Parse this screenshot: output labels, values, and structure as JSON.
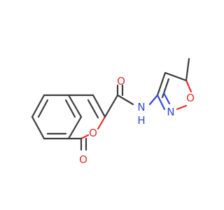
{
  "diagram": {
    "type": "chemical-structure",
    "atom_labels": {
      "carbonyl_oxygen_amide": "O",
      "amide_nitrogen": "N",
      "amide_hydrogen": "H",
      "ring_oxygen_pyranone": "O",
      "carbonyl_oxygen_lactone": "O",
      "isoxazole_nitrogen": "N",
      "isoxazole_oxygen": "O"
    },
    "colors": {
      "bond": "#3c3c3c",
      "oxygen": "#e8302a",
      "nitrogen": "#3048d8",
      "background": "#ffffff"
    }
  }
}
